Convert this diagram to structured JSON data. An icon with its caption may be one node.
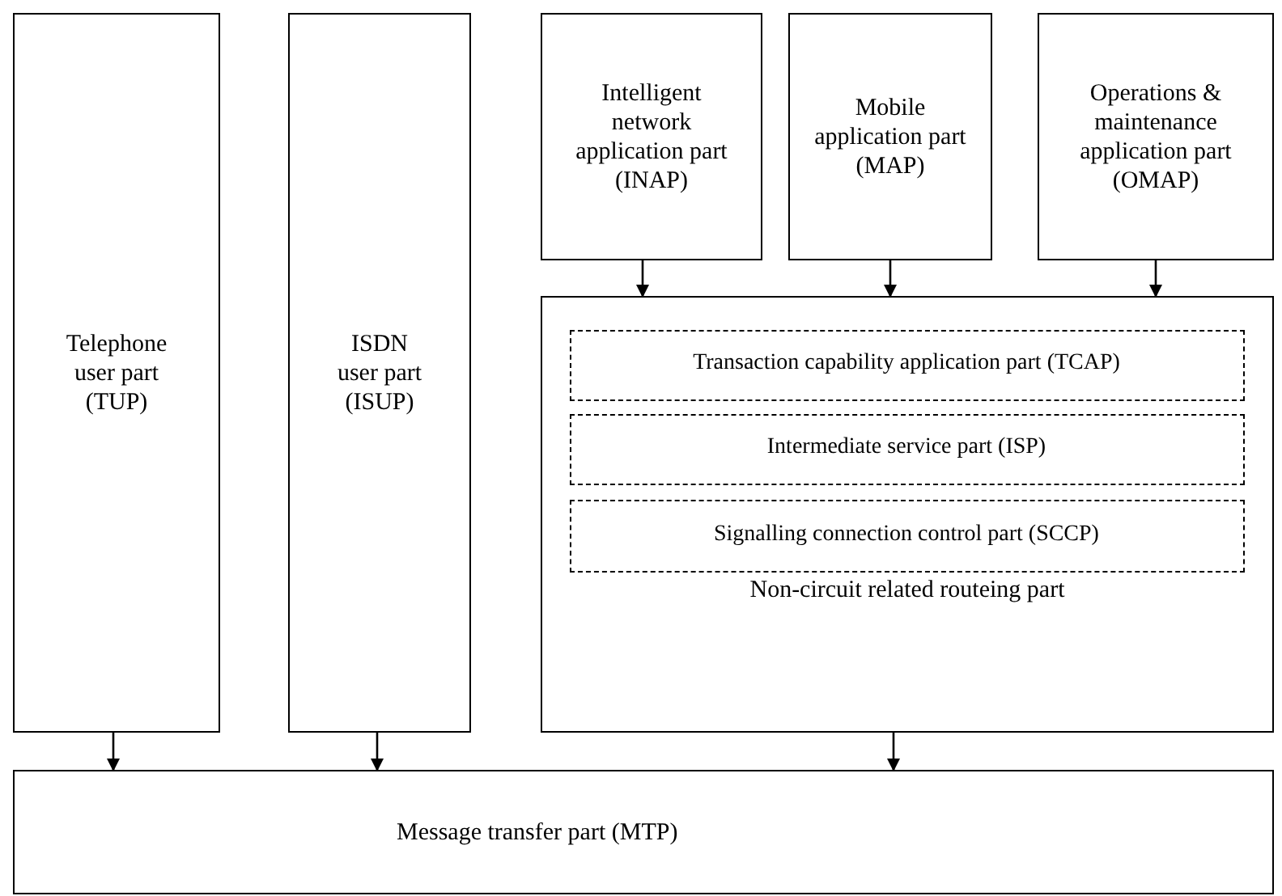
{
  "diagram": {
    "nodes": [
      {
        "text": [
          "Telephone user part (TUP)"
        ]
      },
      {
        "text": [
          "ISDN user part (ISUP)"
        ]
      },
      {
        "text": [
          "Intelligent network application part (INAP)"
        ]
      },
      {
        "text": [
          "Mobile application part (MAP)"
        ]
      },
      {
        "text": [
          "Operations & maintenance application part (OMAP)"
        ]
      },
      {
        "text": [
          "Non-circuit related routeing part"
        ]
      },
      {
        "text": [
          "Transaction capability application part (TCAP)"
        ],
        "in": 5
      },
      {
        "text": [
          "Intermediate service part (ISP)"
        ],
        "in": 5
      },
      {
        "text": [
          "Signalling connection control part (SCCP)"
        ],
        "in": 5
      },
      {
        "text": [
          "Message transfer part (MTP)"
        ]
      }
    ],
    "edges": [
      {
        "from": 2,
        "to": 5,
        "arrow": "to"
      },
      {
        "from": 3,
        "to": 5,
        "arrow": "to"
      },
      {
        "from": 4,
        "to": 5,
        "arrow": "to"
      },
      {
        "from": 0,
        "to": 9,
        "arrow": "to"
      },
      {
        "from": 1,
        "to": 9,
        "arrow": "to"
      },
      {
        "from": 5,
        "to": 9,
        "arrow": "to"
      }
    ]
  }
}
